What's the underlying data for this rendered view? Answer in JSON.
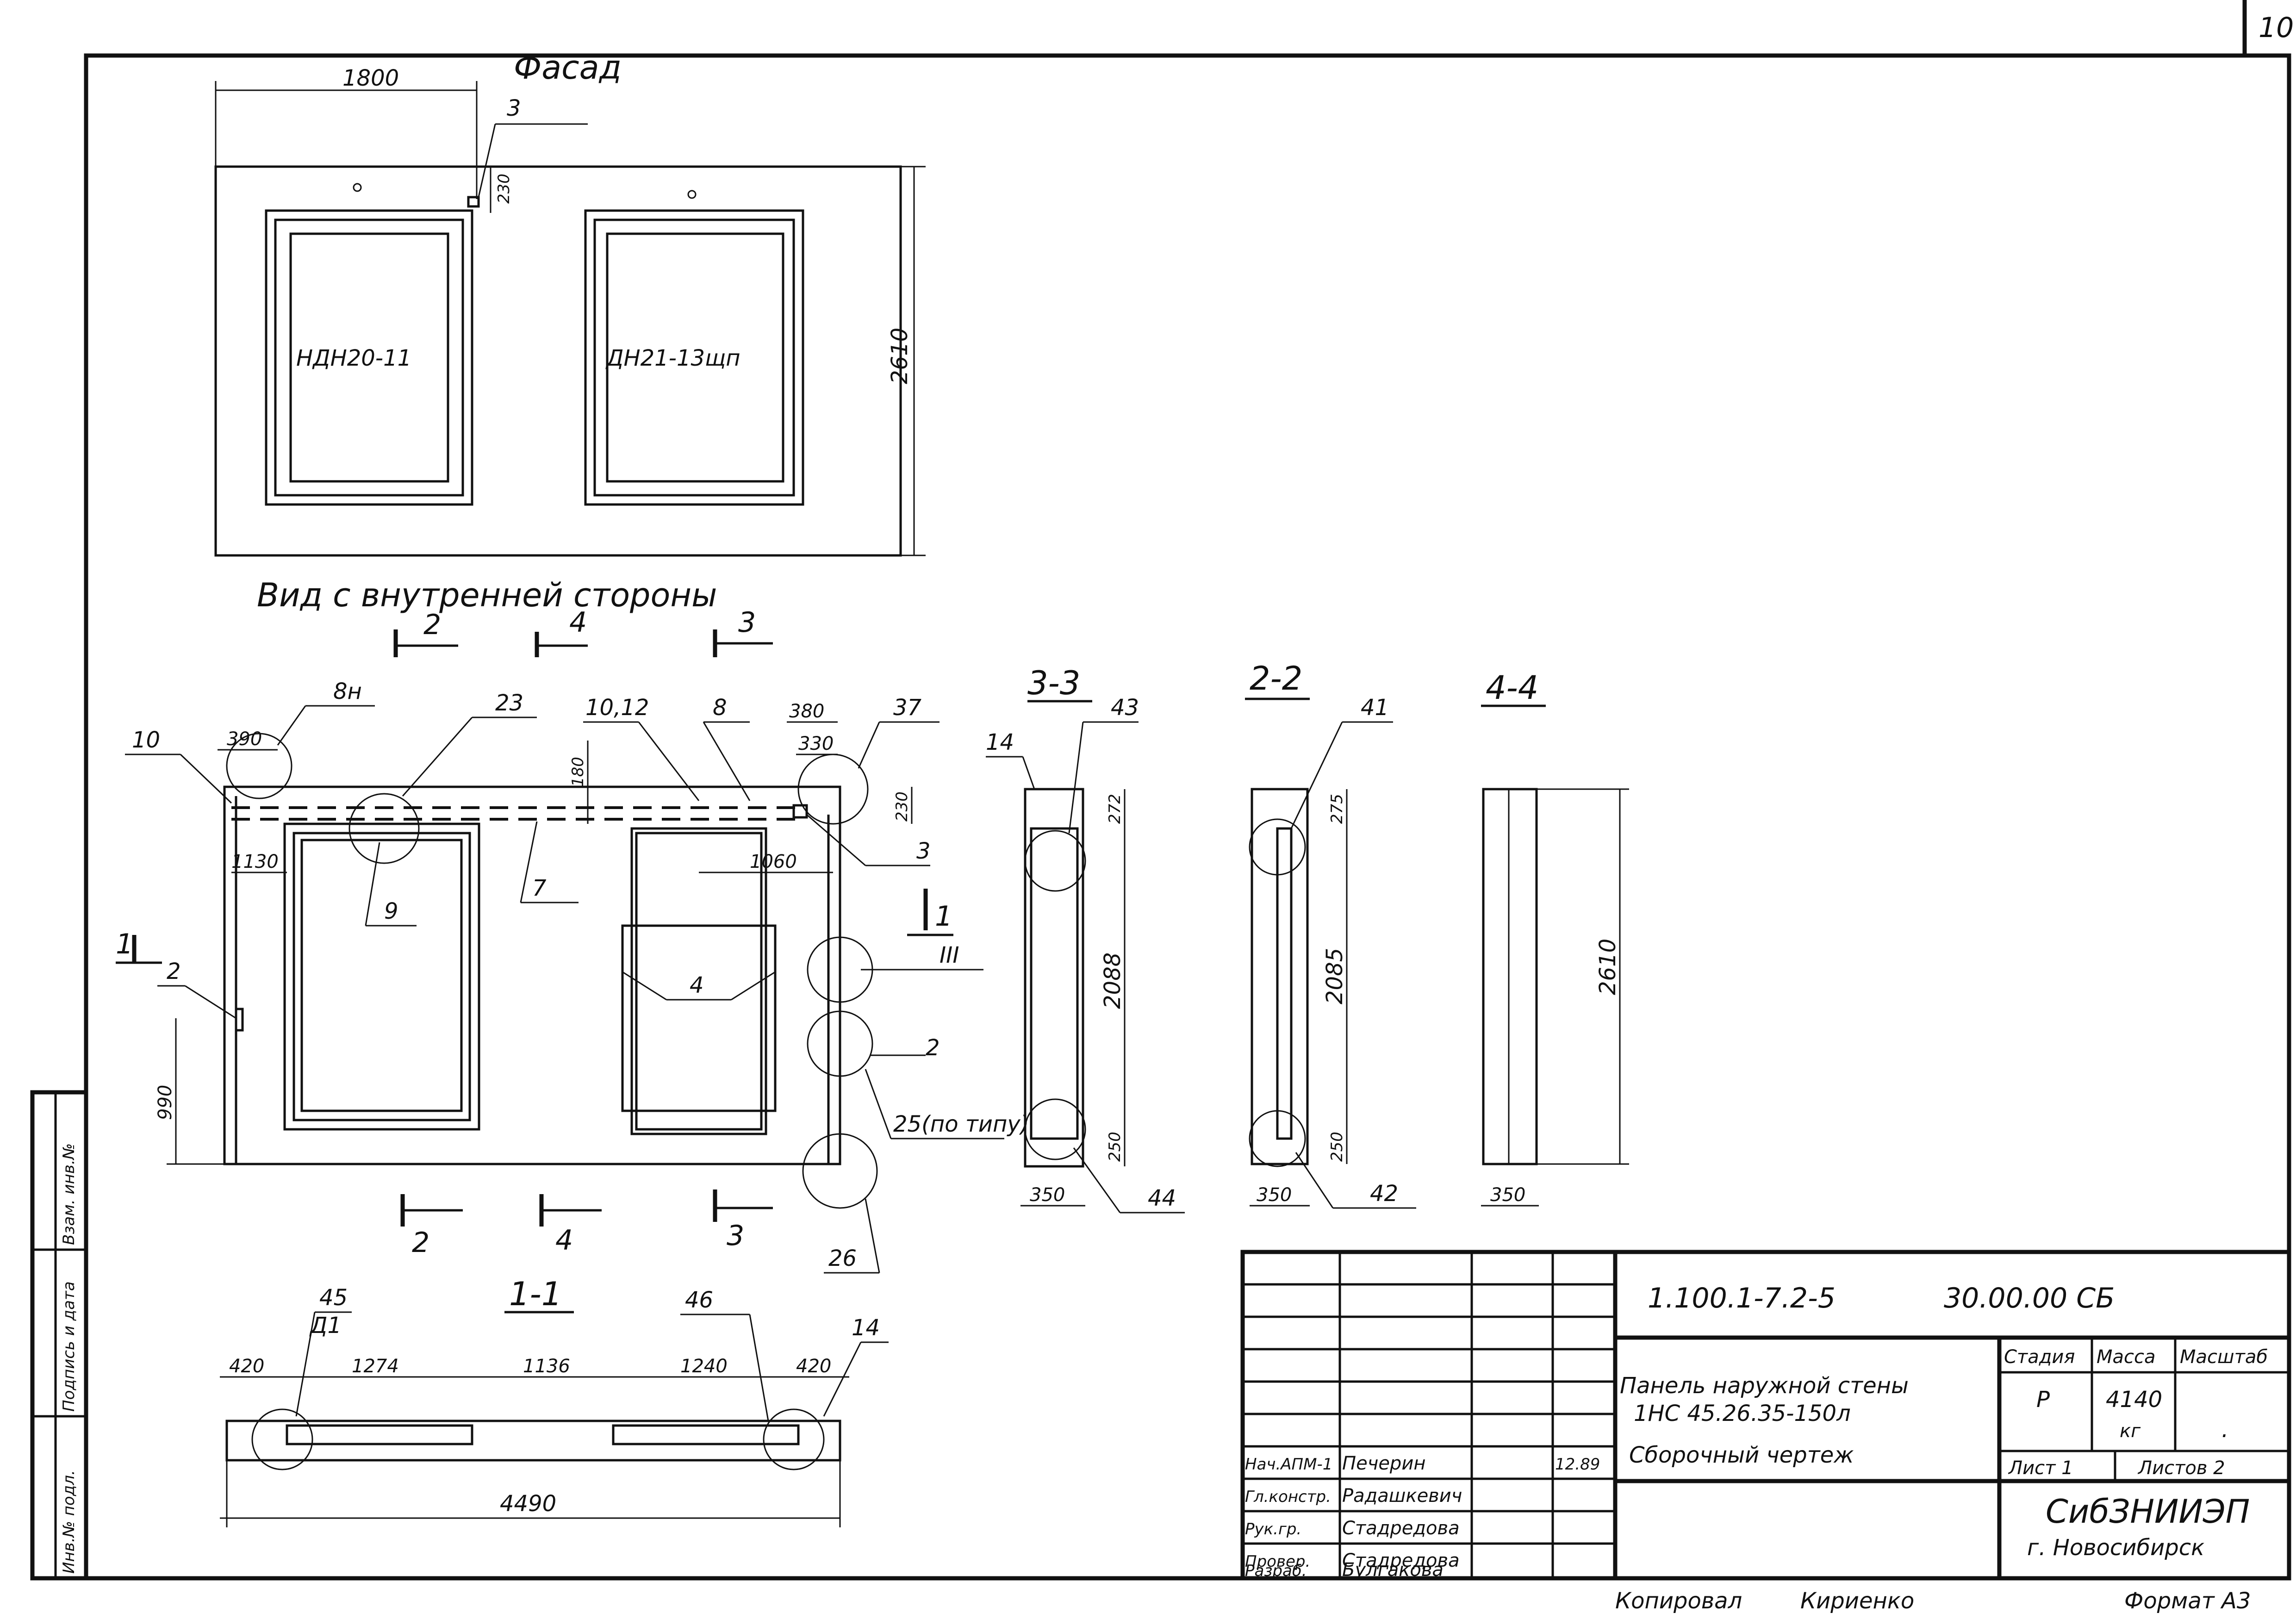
{
  "sheet_number": "10",
  "views": {
    "facade": {
      "title": "Фасад",
      "dim_width": "1800",
      "dim_height": "2610",
      "dim_small": "230",
      "callout": "3",
      "window_left": "НДН20-11",
      "window_right": "ДН21-13щп"
    },
    "inside": {
      "title": "Вид с внутренней стороны",
      "cut_top": [
        "2",
        "4",
        "3"
      ],
      "cut_bottom": [
        "2",
        "4",
        "3"
      ],
      "cut_side_left": "1",
      "cut_side_right": "1",
      "roman": "III",
      "callouts": {
        "c8n": "8н",
        "c23": "23",
        "c10_12": "10,12",
        "c8": "8",
        "c37": "37",
        "c10": "10",
        "c9": "9",
        "c7": "7",
        "c3": "3",
        "c4": "4",
        "c2_left": "2",
        "c2_right": "2",
        "c25": "25(по типу)",
        "c26": "26"
      },
      "dims": {
        "d390": "390",
        "d380": "380",
        "d330": "330",
        "d180": "180",
        "d230": "230",
        "d1130": "1130",
        "d1060": "1060",
        "d990": "990"
      }
    },
    "section_33": {
      "title": "3-3",
      "callouts": {
        "c14": "14",
        "c43": "43",
        "c44": "44"
      },
      "dims": {
        "top": "272",
        "mid": "2088",
        "bot": "250",
        "width": "350"
      }
    },
    "section_22": {
      "title": "2-2",
      "callouts": {
        "c41": "41",
        "c42": "42"
      },
      "dims": {
        "top": "275",
        "mid": "2085",
        "bot": "250",
        "width": "350"
      }
    },
    "section_44": {
      "title": "4-4",
      "dims": {
        "height": "2610",
        "width": "350"
      }
    },
    "section_11": {
      "title": "1-1",
      "callouts": {
        "c45": "45",
        "c_d1": "Д1",
        "c46": "46",
        "c14": "14"
      },
      "dims": {
        "d420a": "420",
        "d1274": "1274",
        "d1136": "1136",
        "d1240": "1240",
        "d420b": "420",
        "total": "4490"
      }
    }
  },
  "side_stamp": {
    "cells": [
      "Взам. инв.№",
      "Подпись и дата",
      "Инв.№ подл."
    ]
  },
  "title_block": {
    "doc_code": "1.100.1-7.2-5",
    "doc_number": "30.00.00 СБ",
    "name_line1": "Панель наружной стены",
    "name_line2": "1НС 45.26.35-150л",
    "name_line3": "Сборочный чертеж",
    "stage_label": "Стадия",
    "mass_label": "Масса",
    "scale_label": "Масштаб",
    "stage_value": "Р",
    "mass_value": "4140",
    "mass_unit": "кг",
    "scale_value": ".",
    "sheet_label": "Лист 1",
    "sheets_label": "Листов 2",
    "org_line1": "СибЗНИИЭП",
    "org_line2": "г. Новосибирск",
    "roles": [
      {
        "role": "Нач.АПМ-1",
        "name": "Печерин",
        "date": "12.89"
      },
      {
        "role": "Гл.констр.",
        "name": "Радашкевич",
        "date": ""
      },
      {
        "role": "Рук.гр.",
        "name": "Стадредова",
        "date": ""
      },
      {
        "role": "Провер.",
        "name": "Стадредова",
        "date": ""
      },
      {
        "role": "Разраб.",
        "name": "Булгакова",
        "date": ""
      }
    ]
  },
  "footer": {
    "copied_label": "Копировал",
    "copied_name": "Кириенко",
    "format": "Формат А3"
  }
}
